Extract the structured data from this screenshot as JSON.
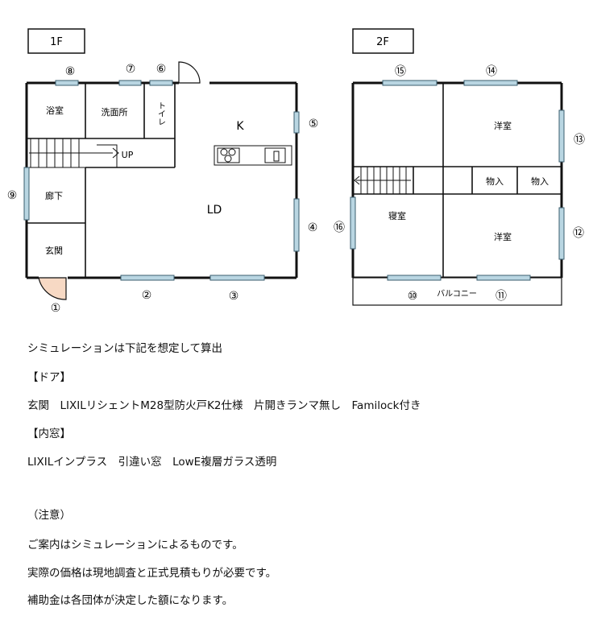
{
  "floors": {
    "first": {
      "label": "1F",
      "rooms": {
        "bath": "浴室",
        "washroom": "洗面所",
        "toilet": "トイレ",
        "kitchen": "K",
        "stairs": "UP",
        "hallway": "廊下",
        "living": "LD",
        "entrance": "玄関"
      },
      "markers": [
        "①",
        "②",
        "③",
        "④",
        "⑤",
        "⑥",
        "⑦",
        "⑧",
        "⑨"
      ]
    },
    "second": {
      "label": "2F",
      "rooms": {
        "western_top": "洋室",
        "storage_a": "物入",
        "storage_b": "物入",
        "bedroom": "寝室",
        "western_bottom": "洋室",
        "balcony": "バルコニー"
      },
      "markers": [
        "⑩",
        "⑪",
        "⑫",
        "⑬",
        "⑭",
        "⑮",
        "⑯"
      ]
    }
  },
  "notes": {
    "intro": "シミュレーションは下記を想定して算出",
    "door_heading": "【ドア】",
    "door_spec": "玄関　LIXILリシェントM28型防火戸K2仕様　片開きランマ無し　Familock付き",
    "window_heading": "【内窓】",
    "window_spec": "LIXILインプラス　引違い窓　LowE複層ガラス透明",
    "caution_heading": "（注意）",
    "caution_1": "ご案内はシミュレーションによるものです。",
    "caution_2": "実際の価格は現地調査と正式見積もりが必要です。",
    "caution_3": "補助金は各団体が決定した額になります。"
  },
  "colors": {
    "wall": "#111111",
    "window_fill": "#b9d6e2",
    "window_stroke": "#3a5d6e",
    "door_fill": "#f7d9c4"
  }
}
